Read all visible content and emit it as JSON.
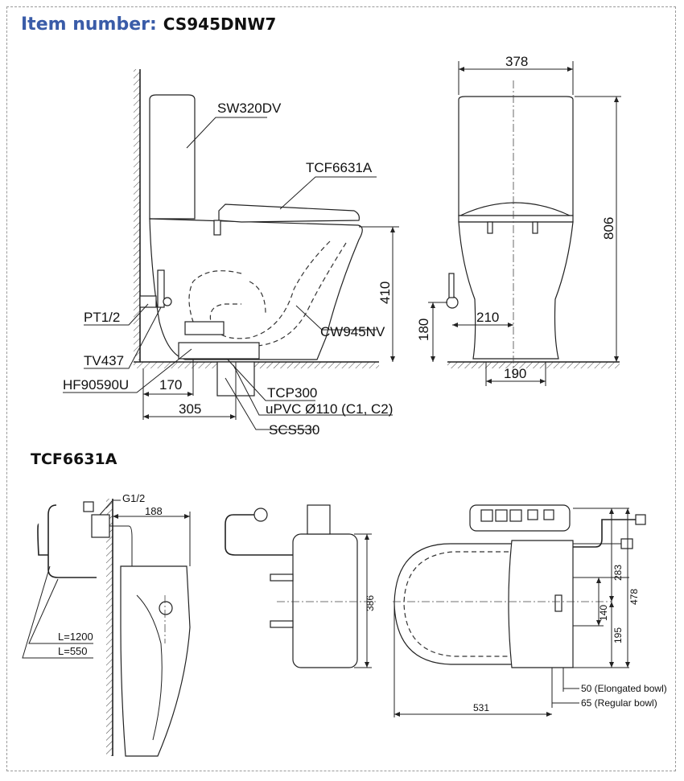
{
  "header": {
    "item_label": "Item number:",
    "item_number": "CS945DNW7"
  },
  "section_title": "TCF6631A",
  "side_view": {
    "tank": "SW320DV",
    "seat": "TCF6631A",
    "bowl": "CW945NV",
    "stop_valve": "PT1/2",
    "valve": "TV437",
    "hose": "HF90590U",
    "flange": "TCP300",
    "pipe": "uPVC Ø110 (C1, C2)",
    "sealing": "SCS530",
    "dim_bowl_height": "410",
    "dim_offset": "170",
    "dim_rough_in": "305"
  },
  "front_view": {
    "dim_width": "378",
    "dim_height": "806",
    "dim_inlet_height": "180",
    "dim_inlet_offset": "210",
    "dim_base": "190"
  },
  "seat_side": {
    "inlet": "G1/2",
    "dim_depth": "188",
    "cable_long": "L=1200",
    "cable_short": "L=550"
  },
  "seat_top": {
    "dim_width": "386",
    "dim_length": "531",
    "dim_upper": "283",
    "dim_total": "478",
    "dim_lower": "195",
    "dim_holes": "140",
    "note_elongated": "50 (Elongated bowl)",
    "note_regular": "65 (Regular bowl)"
  }
}
